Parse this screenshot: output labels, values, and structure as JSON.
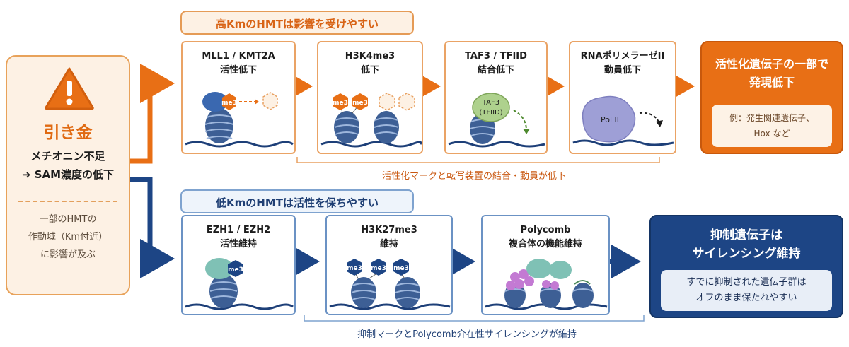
{
  "trigger": {
    "title": "引き金",
    "line1": "メチオニン不足",
    "line2": "➜ SAM濃度の低下",
    "note_line1": "一部のHMTの",
    "note_line2": "作動域（Km付近）",
    "note_line3": "に影響が及ぶ"
  },
  "top": {
    "header": "高KmのHMTは影響を受けやすい",
    "steps": [
      {
        "line1": "MLL1 / KMT2A",
        "line2": "活性低下"
      },
      {
        "line1": "H3K4me3",
        "line2": "低下"
      },
      {
        "line1": "TAF3 / TFIID",
        "line2": "結合低下"
      },
      {
        "line1": "RNAポリメラーゼII",
        "line2": "動員低下"
      }
    ],
    "result_title_1": "活性化遺伝子の一部で",
    "result_title_2": "発現低下",
    "result_note_1": "例：発生関連遺伝子、",
    "result_note_2": "Hox など",
    "caption": "活性化マークと転写装置の結合・動員が低下"
  },
  "bottom": {
    "header": "低KmのHMTは活性を保ちやすい",
    "steps": [
      {
        "line1": "EZH1 / EZH2",
        "line2": "活性維持"
      },
      {
        "line1": "H3K27me3",
        "line2": "維持"
      },
      {
        "line1": "Polycomb",
        "line2": "複合体の機能維持"
      }
    ],
    "result_title_1": "抑制遺伝子は",
    "result_title_2": "サイレンシング維持",
    "result_note_1": "すでに抑制された遺伝子群は",
    "result_note_2": "オフのまま保たれやすい",
    "caption": "抑制マークとPolycomb介在性サイレンシングが維持"
  },
  "labels": {
    "me3": "me3",
    "taf3_1": "TAF3",
    "taf3_2": "(TFIID)",
    "pol2": "Pol II"
  },
  "colors": {
    "orange": "#e86f15",
    "navy": "#1d4585",
    "nucleosome": "#3d5f95"
  }
}
